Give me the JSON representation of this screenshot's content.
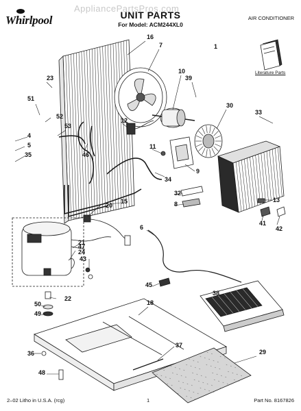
{
  "header": {
    "brand": "Whirlpool",
    "watermark": "AppliancePartsPros.com",
    "title": "UNIT PARTS",
    "subtitle": "For Model: ACM244XL0",
    "product": "AIR CONDITIONER"
  },
  "literature_label": "Literature Parts",
  "callouts": [
    "16",
    "7",
    "1",
    "23",
    "10",
    "39",
    "51",
    "52",
    "30",
    "33",
    "53",
    "12",
    "4",
    "5",
    "46",
    "11",
    "35",
    "9",
    "34",
    "13",
    "32",
    "15",
    "20",
    "8",
    "41",
    "42",
    "6",
    "21",
    "47",
    "24",
    "43",
    "45",
    "38",
    "22",
    "50",
    "49",
    "18",
    "37",
    "29",
    "36",
    "48"
  ],
  "footer": {
    "left": "2–02 Litho in U.S.A. (rcg)",
    "page": "1",
    "right": "Part No. 8167826"
  },
  "colors": {
    "line": "#1a1a1a",
    "fill": "#ffffff",
    "dark": "#222222"
  }
}
